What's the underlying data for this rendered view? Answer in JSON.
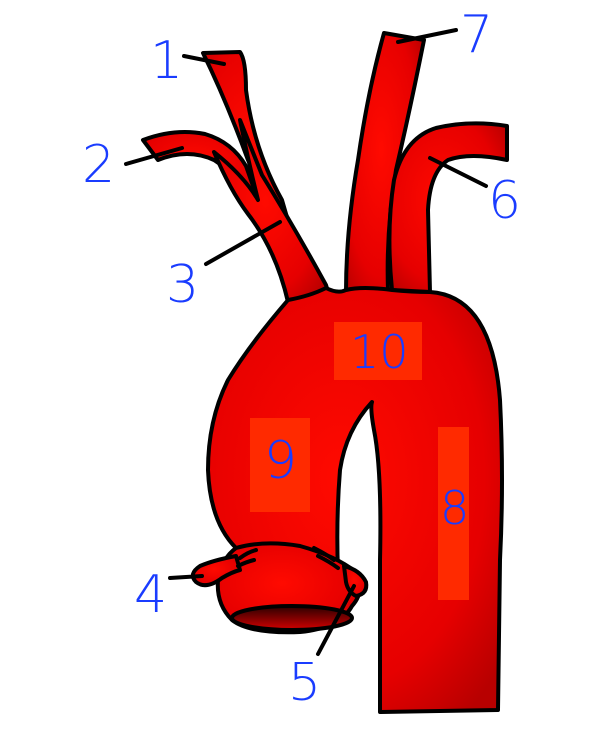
{
  "labels": {
    "l1": "1",
    "l2": "2",
    "l3": "3",
    "l4": "4",
    "l5": "5",
    "l6": "6",
    "l7": "7",
    "l8": "8",
    "l9": "9",
    "l10": "10"
  },
  "colors": {
    "vessel": "#ee0000",
    "vessel_dark": "#b00000",
    "label_box": "#ff2a00",
    "label_text": "#1a3cff",
    "outline": "#000000"
  }
}
